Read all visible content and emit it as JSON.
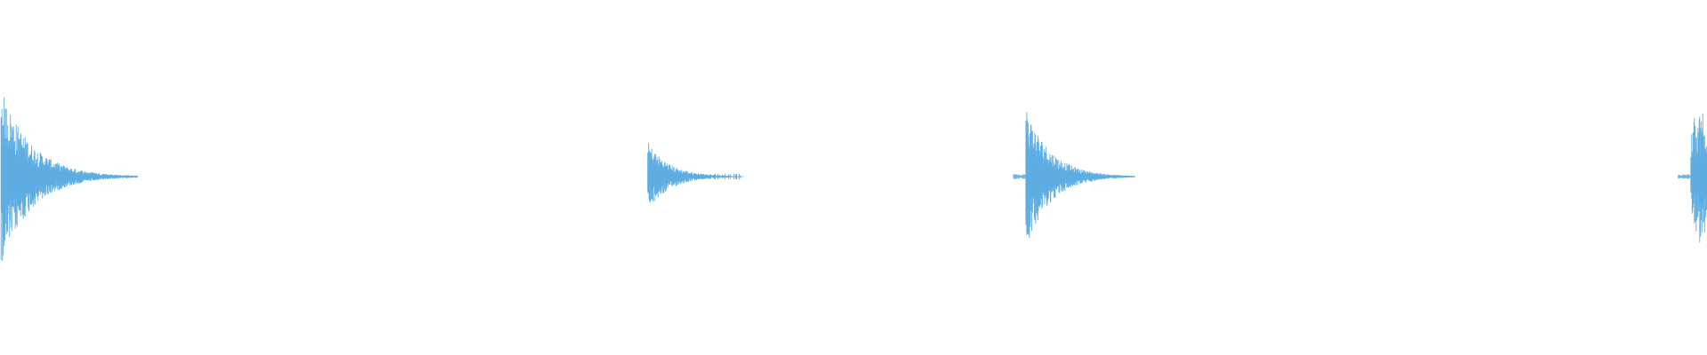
{
  "waveform": {
    "color": "#5dade2",
    "background": "#ffffff",
    "duration_fraction_note": "",
    "hits": [
      {
        "onset": 0.0006,
        "peak": 0.5,
        "decay": 0.02
      },
      {
        "onset": 0.3795,
        "peak": 0.2,
        "decay": 0.014
      },
      {
        "onset": 0.601,
        "peak": 0.4,
        "decay": 0.016,
        "pre_noise": true
      },
      {
        "onset": 0.9905,
        "peak": 0.42,
        "decay": 0.03,
        "pre_noise": true,
        "truncated": true
      }
    ],
    "tails": [
      {
        "from": 0.018,
        "to": 0.061,
        "level": 0.008
      },
      {
        "from": 0.393,
        "to": 0.434,
        "level": 0.006
      },
      {
        "from": 0.614,
        "to": 0.644,
        "level": 0.006
      }
    ]
  }
}
